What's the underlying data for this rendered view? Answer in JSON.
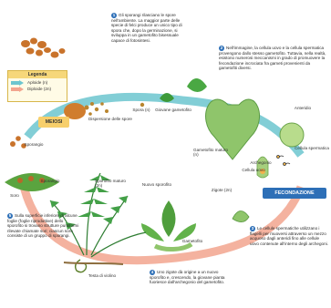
{
  "legend": {
    "title": "Legenda",
    "haploid": "Aploide (n)",
    "diploid": "Diploide (2n)"
  },
  "colors": {
    "haploid": "#6cc6cf",
    "diploid": "#f2a58e",
    "meiosi": "#f7cf6b",
    "fecondazione": "#2d6fb7",
    "step_number": "#2d6fb7"
  },
  "badges": {
    "meiosi": "MEIOSI",
    "fecondazione": "FECONDAZIONE"
  },
  "steps": [
    {
      "n": "1",
      "text": "Gli sporangi rilasciano le spore nell'ambiente. La maggior parte delle specie di felci produce un unico tipo di spora che, dopo la germinazione, si sviluppa in un gametofito bisessuale capace di fotosintesi."
    },
    {
      "n": "2",
      "text": "Nell'immagine, la cellula uovo e la cellula spermatica provengono dallo stesso gametofito. Tuttavia, nella realtà, esistono numerosi meccanismi in grado di promuovere la fecondazione incrociata fra gameti provenienti da gametofiti diversi."
    },
    {
      "n": "3",
      "text": "Le cellule spermatiche utilizzano i flagelli per muoversi attraverso un mezzo acquoso dagli anteridi fino alle cellule uovo contenute all'interno degli archegoni."
    },
    {
      "n": "4",
      "text": "Uno zigote dà origine a un nuovo sporofito e, crescendo, la giovane pianta fuoriesce dall'archegonio del gametofito."
    },
    {
      "n": "5",
      "text": "Sulla superficie inferiore di alcune foglie (foglie riproduttive) dello sporofito si trovano strutture puntiformi rilevate chiamate sori; ciascun soro consiste di un gruppo di sporangi."
    }
  ],
  "labels": {
    "dispersione": "Dispersione delle spore",
    "spora": "Spora (n)",
    "giovane_gametofito": "Giovane gametofito",
    "anteridio": "Anteridio",
    "cellula_spermatica": "Cellula spermatica",
    "gametofito_maturo": "Gametofito maturo (n)",
    "archegonio": "Archegonio",
    "cellula_uovo": "Cellula uovo",
    "zigote": "Zigote (2n)",
    "gametofito": "Gametofito",
    "nuovo_sporofito": "Nuovo sporofito",
    "sporofito_maturo": "Sporofito maturo (2n)",
    "sporangio_top": "Sporangio",
    "sporangio_mid": "Sporangio",
    "soro": "Soro",
    "testa_di_violino": "Testa di violino"
  }
}
